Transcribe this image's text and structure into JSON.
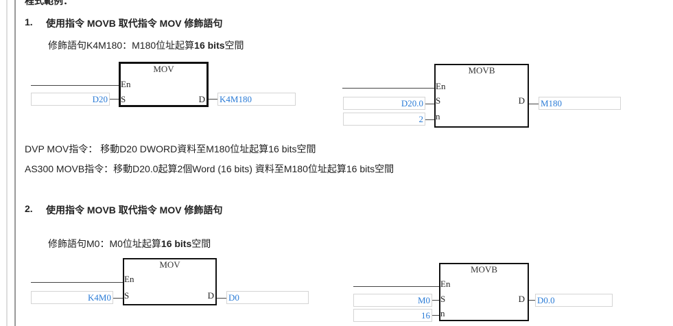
{
  "top_cut": "程式範例：",
  "s1": {
    "num": "1.",
    "title": "使用指令 MOVB 取代指令 MOV 修飾語句",
    "sub_a": "修飾語句K4M180：M180位址起算",
    "sub_b": "16 bits",
    "sub_c": "空間",
    "mov": {
      "name": "MOV",
      "en": "En",
      "s": "S",
      "d": "D",
      "s_val": "D20",
      "d_val": "K4M180"
    },
    "movb": {
      "name": "MOVB",
      "en": "En",
      "s": "S",
      "n": "n",
      "d": "D",
      "s_val": "D20.0",
      "n_val": "2",
      "d_val": "M180"
    },
    "dvp": "DVP    MOV指令： 移動D20 DWORD資料至M180位址起算16 bits空間",
    "as300": "AS300  MOVB指令：移動D20.0起算2個Word (16 bits) 資料至M180位址起算16 bits空間"
  },
  "s2": {
    "num": "2.",
    "title": "使用指令 MOVB 取代指令 MOV 修飾語句",
    "sub_a": "修飾語句M0：M0位址起算",
    "sub_b": "16 bits",
    "sub_c": "空間",
    "mov": {
      "name": "MOV",
      "en": "En",
      "s": "S",
      "d": "D",
      "s_val": "K4M0",
      "d_val": "D0"
    },
    "movb": {
      "name": "MOVB",
      "en": "En",
      "s": "S",
      "n": "n",
      "d": "D",
      "s_val": "M0",
      "n_val": "16",
      "d_val": "D0.0"
    }
  }
}
